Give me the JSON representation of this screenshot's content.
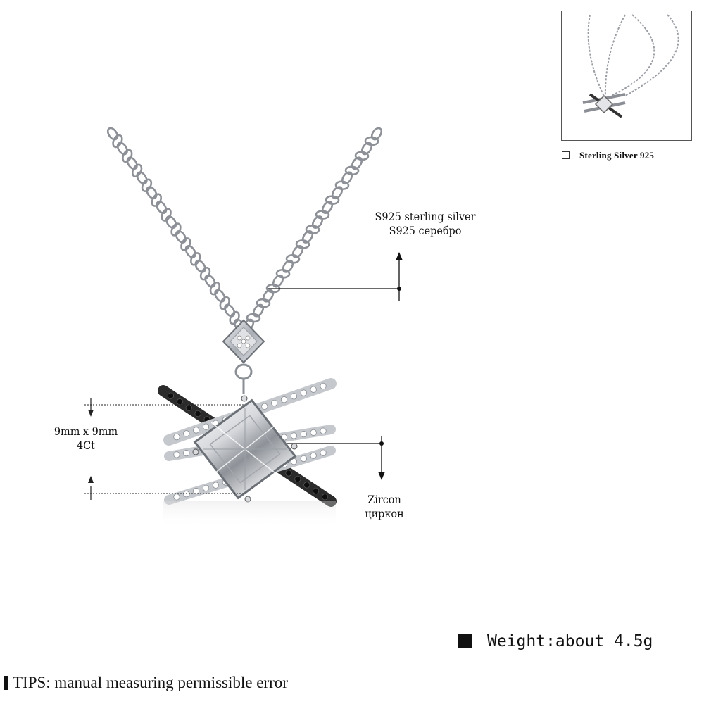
{
  "annotations": {
    "metal": {
      "line1": "S925 sterling silver",
      "line2": "S925 серебро"
    },
    "stone_size": {
      "dimensions": "9mm x 9mm",
      "carat": "4Ct"
    },
    "stone": {
      "line1": "Zircon",
      "line2": "циркон"
    }
  },
  "thumbnail": {
    "option_label": "Sterling Silver 925"
  },
  "specs": {
    "weight": "Weight:about 4.5g"
  },
  "tips": "TIPS: manual measuring permissible error",
  "colors": {
    "silver": "#b9bcc2",
    "black_stone": "#1a1a1a",
    "text": "#111111"
  }
}
